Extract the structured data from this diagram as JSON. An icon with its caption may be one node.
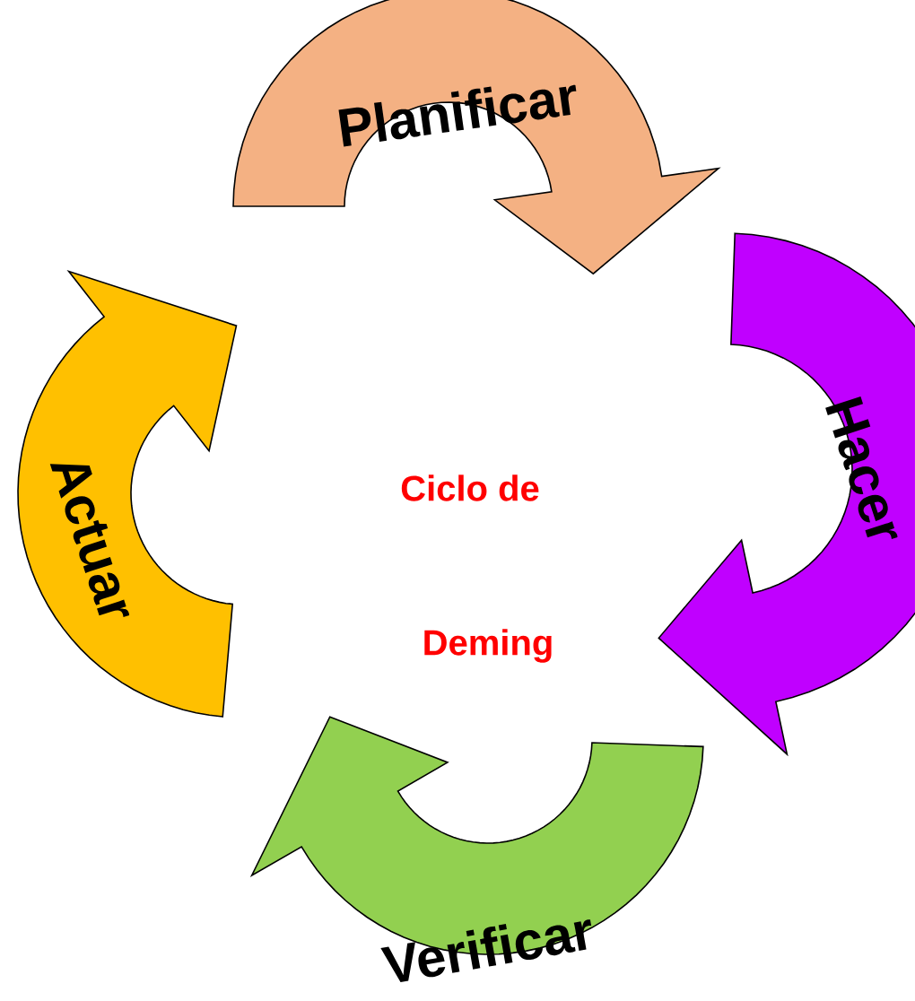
{
  "diagram": {
    "nodes": [
      {
        "text": [
          "Planificar"
        ]
      },
      {
        "text": [
          "Hacer"
        ]
      },
      {
        "text": [
          "Verificar"
        ]
      },
      {
        "text": [
          "Actuar"
        ]
      }
    ],
    "labels": [
      "Ciclo de",
      "Deming"
    ]
  }
}
